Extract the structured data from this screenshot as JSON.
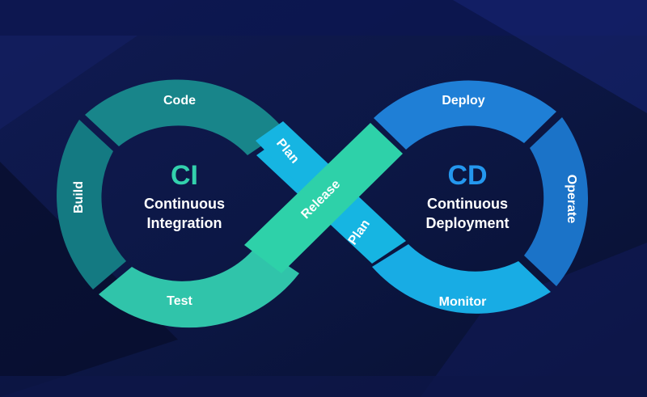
{
  "colors": {
    "code": "#18858a",
    "build": "#147a82",
    "test": "#30c4aa",
    "release": "#2ed1a9",
    "plan": "#16b5e2",
    "deploy": "#1f7fd6",
    "operate": "#1b73c8",
    "monitor": "#18ace4",
    "ci_accent": "#33d1ad",
    "cd_accent": "#2497ee"
  },
  "ci": {
    "abbr": "CI",
    "line1": "Continuous",
    "line2": "Integration"
  },
  "cd": {
    "abbr": "CD",
    "line1": "Continuous",
    "line2": "Deployment"
  },
  "stages": {
    "code": "Code",
    "build": "Build",
    "test": "Test",
    "release": "Release",
    "plan_upper": "Plan",
    "plan_lower": "Plan",
    "deploy": "Deploy",
    "operate": "Operate",
    "monitor": "Monitor"
  }
}
